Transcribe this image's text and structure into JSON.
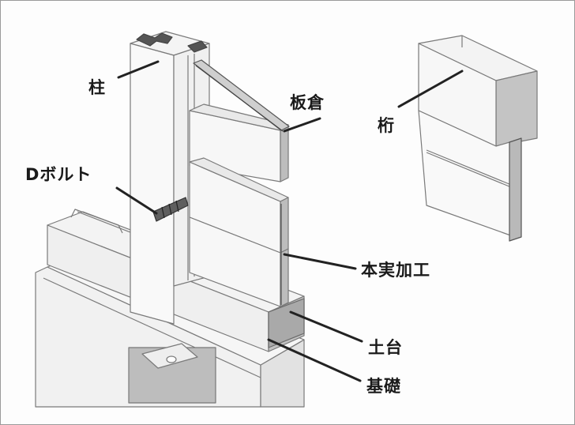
{
  "labels": {
    "hashira": "柱",
    "itakura": "板倉",
    "keta": "桁",
    "d_bolt": "Dボルト",
    "hon_jitsu": "本実加工",
    "dodai": "土台",
    "kiso": "基礎"
  }
}
